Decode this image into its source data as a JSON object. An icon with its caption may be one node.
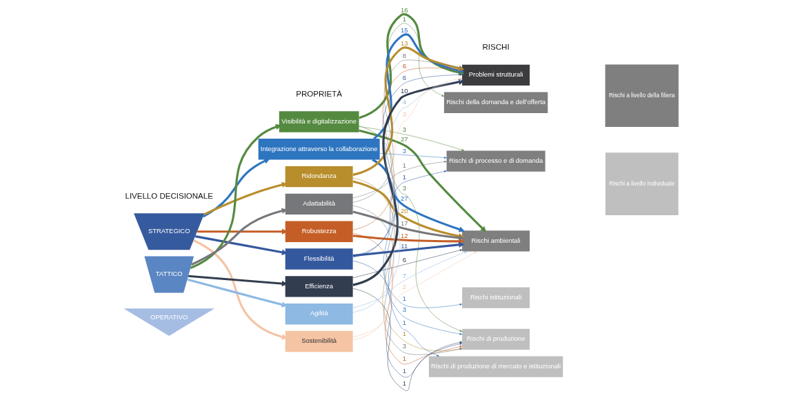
{
  "diagram": {
    "nodes": [
      {
        "text": [
          "STRATEGICO"
        ]
      },
      {
        "text": [
          "TATTICO"
        ]
      },
      {
        "text": [
          "OPERATIVO"
        ]
      },
      {
        "text": [
          "Visibilità e digitalizzazione"
        ]
      },
      {
        "text": [
          "Integrazione attraverso la collaborazione"
        ]
      },
      {
        "text": [
          "Ridondanza"
        ]
      },
      {
        "text": [
          "Adattabilità"
        ]
      },
      {
        "text": [
          "Robustezza"
        ]
      },
      {
        "text": [
          "Flessibilità"
        ]
      },
      {
        "text": [
          "Efficienza"
        ]
      },
      {
        "text": [
          "Agilità"
        ]
      },
      {
        "text": [
          "Sostenibilità"
        ]
      },
      {
        "text": [
          "Problemi strutturali"
        ]
      },
      {
        "text": [
          "Rischi della domanda e dell’offerta"
        ]
      },
      {
        "text": [
          "Rischi di processo e di domanda"
        ]
      },
      {
        "text": [
          "Rischi ambientali"
        ]
      },
      {
        "text": [
          "Rischi istituzionali"
        ]
      },
      {
        "text": [
          "Rischi di produzione"
        ]
      },
      {
        "text": [
          "Rischi di produzione di mercato e istituzionali"
        ]
      },
      {
        "text": [
          "Rischi a livello della filiera"
        ]
      },
      {
        "text": [
          "Rischi a livello individuale"
        ]
      }
    ],
    "edges": [
      {
        "from": 0,
        "to": 4,
        "arrow": "to",
        "style": "thick",
        "color": "#2e75c0"
      },
      {
        "from": 0,
        "to": 5,
        "arrow": "to",
        "style": "thick",
        "color": "#b88d2c"
      },
      {
        "from": 0,
        "to": 7,
        "arrow": "to",
        "style": "thick",
        "color": "#c45e26"
      },
      {
        "from": 0,
        "to": 8,
        "arrow": "to",
        "style": "thick",
        "color": "#34589e"
      },
      {
        "from": 0,
        "to": 11,
        "arrow": "to",
        "style": "thick",
        "color": "#f5c4a4"
      },
      {
        "from": 1,
        "to": 3,
        "arrow": "to",
        "style": "thick",
        "color": "#548a3f"
      },
      {
        "from": 1,
        "to": 6,
        "arrow": "to",
        "style": "thick",
        "color": "#76777b"
      },
      {
        "from": 1,
        "to": 9,
        "arrow": "to",
        "style": "thick",
        "color": "#323d4f"
      },
      {
        "from": 1,
        "to": 10,
        "arrow": "to",
        "style": "thick",
        "color": "#8db9e3"
      },
      {
        "from": 3,
        "to": 12,
        "arrow": "to",
        "label": "16",
        "style": "thick",
        "color": "#548a3f"
      },
      {
        "from": 3,
        "to": 13,
        "arrow": "to",
        "label": "1",
        "color": "#548a3f"
      },
      {
        "from": 3,
        "to": 14,
        "arrow": "to",
        "label": "3",
        "color": "#548a3f"
      },
      {
        "from": 3,
        "to": 15,
        "arrow": "to",
        "label": "27",
        "style": "thick",
        "color": "#548a3f"
      },
      {
        "from": 3,
        "to": 17,
        "arrow": "to",
        "label": "3",
        "color": "#548a3f"
      },
      {
        "from": 4,
        "to": 12,
        "arrow": "to",
        "label": "15",
        "style": "thick",
        "color": "#2e75c0"
      },
      {
        "from": 4,
        "to": 14,
        "arrow": "to",
        "label": "3",
        "color": "#2e75c0"
      },
      {
        "from": 4,
        "to": 15,
        "arrow": "to",
        "label": "27",
        "style": "thick",
        "color": "#2e75c0"
      },
      {
        "from": 4,
        "to": 16,
        "arrow": "to",
        "label": "1",
        "color": "#2e75c0"
      },
      {
        "from": 4,
        "to": 17,
        "arrow": "to",
        "label": "3",
        "color": "#2e75c0"
      },
      {
        "from": 4,
        "to": 18,
        "arrow": "to",
        "label": "1",
        "color": "#2e75c0"
      },
      {
        "from": 5,
        "to": 12,
        "arrow": "to",
        "label": "13",
        "style": "thick",
        "color": "#b88d2c"
      },
      {
        "from": 5,
        "to": 15,
        "arrow": "to",
        "label": "20",
        "style": "thick",
        "color": "#b88d2c"
      },
      {
        "from": 5,
        "to": 17,
        "arrow": "to",
        "label": "1",
        "color": "#b88d2c"
      },
      {
        "from": 6,
        "to": 12,
        "arrow": "to",
        "label": "8",
        "color": "#76777b"
      },
      {
        "from": 6,
        "to": 14,
        "arrow": "to",
        "label": "1",
        "color": "#76777b"
      },
      {
        "from": 6,
        "to": 15,
        "arrow": "to",
        "label": "17",
        "style": "thick",
        "color": "#76777b"
      },
      {
        "from": 6,
        "to": 17,
        "arrow": "to",
        "label": "3",
        "color": "#76777b"
      },
      {
        "from": 7,
        "to": 12,
        "arrow": "to",
        "label": "6",
        "color": "#c45e26"
      },
      {
        "from": 7,
        "to": 15,
        "arrow": "to",
        "label": "12",
        "style": "thick",
        "color": "#c45e26"
      },
      {
        "from": 7,
        "to": 17,
        "arrow": "to",
        "label": "1",
        "color": "#c45e26"
      },
      {
        "from": 8,
        "to": 12,
        "arrow": "to",
        "label": "6",
        "color": "#34589e"
      },
      {
        "from": 8,
        "to": 14,
        "arrow": "to",
        "label": "1",
        "color": "#34589e"
      },
      {
        "from": 8,
        "to": 15,
        "arrow": "to",
        "label": "11",
        "style": "thick",
        "color": "#34589e"
      },
      {
        "from": 8,
        "to": 17,
        "arrow": "to",
        "label": "1",
        "color": "#34589e"
      },
      {
        "from": 9,
        "to": 12,
        "arrow": "to",
        "label": "10",
        "style": "thick",
        "color": "#323d4f"
      },
      {
        "from": 9,
        "to": 15,
        "arrow": "to",
        "label": "6",
        "color": "#323d4f"
      },
      {
        "from": 9,
        "to": 17,
        "arrow": "to",
        "label": "1",
        "color": "#323d4f"
      },
      {
        "from": 10,
        "to": 12,
        "arrow": "to",
        "label": "4",
        "color": "#8db9e3"
      },
      {
        "from": 10,
        "to": 15,
        "arrow": "to",
        "label": "7",
        "color": "#8db9e3"
      },
      {
        "from": 11,
        "to": 12,
        "arrow": "to",
        "label": "3",
        "color": "#f5c4a4"
      },
      {
        "from": 11,
        "to": 15,
        "arrow": "to",
        "label": "2",
        "color": "#f5c4a4"
      }
    ],
    "labels": [
      "LIVELLO DECISIONALE",
      "PROPRIETÀ",
      "RISCHI"
    ]
  }
}
